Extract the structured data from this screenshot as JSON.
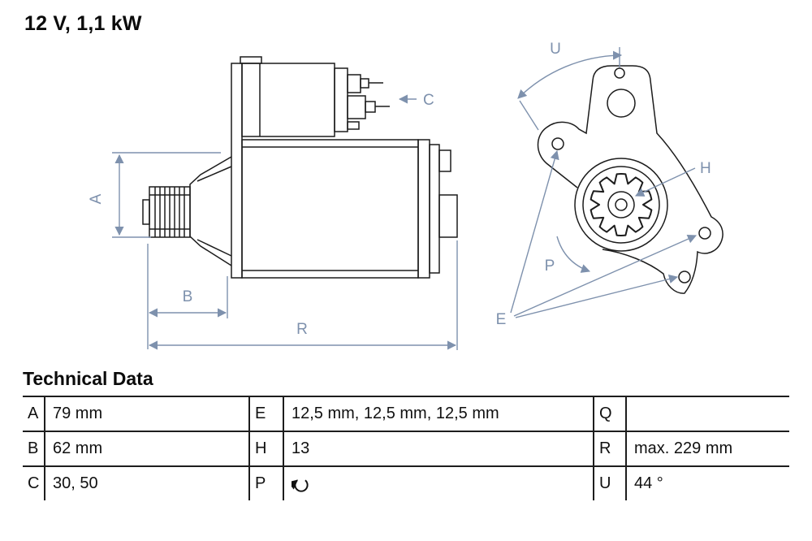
{
  "header": {
    "spec": "12 V, 1,1 kW"
  },
  "diagram": {
    "annotation_color": "#7e91ad",
    "line_color": "#1c1c1c",
    "labels": {
      "A": "A",
      "B": "B",
      "C": "C",
      "E": "E",
      "H": "H",
      "P": "P",
      "R": "R",
      "U": "U"
    }
  },
  "technical_data": {
    "title": "Technical Data",
    "rows": [
      {
        "cells": [
          {
            "key": "A",
            "value": "79 mm"
          },
          {
            "key": "E",
            "value": "12,5 mm, 12,5 mm, 12,5 mm"
          },
          {
            "key": "Q",
            "value": ""
          }
        ]
      },
      {
        "cells": [
          {
            "key": "B",
            "value": "62 mm"
          },
          {
            "key": "H",
            "value": "13"
          },
          {
            "key": "R",
            "value": "max. 229 mm"
          }
        ]
      },
      {
        "cells": [
          {
            "key": "C",
            "value": "30, 50"
          },
          {
            "key": "P",
            "value": "",
            "icon": "rotation-cw-icon"
          },
          {
            "key": "U",
            "value": "44 °"
          }
        ]
      }
    ]
  }
}
